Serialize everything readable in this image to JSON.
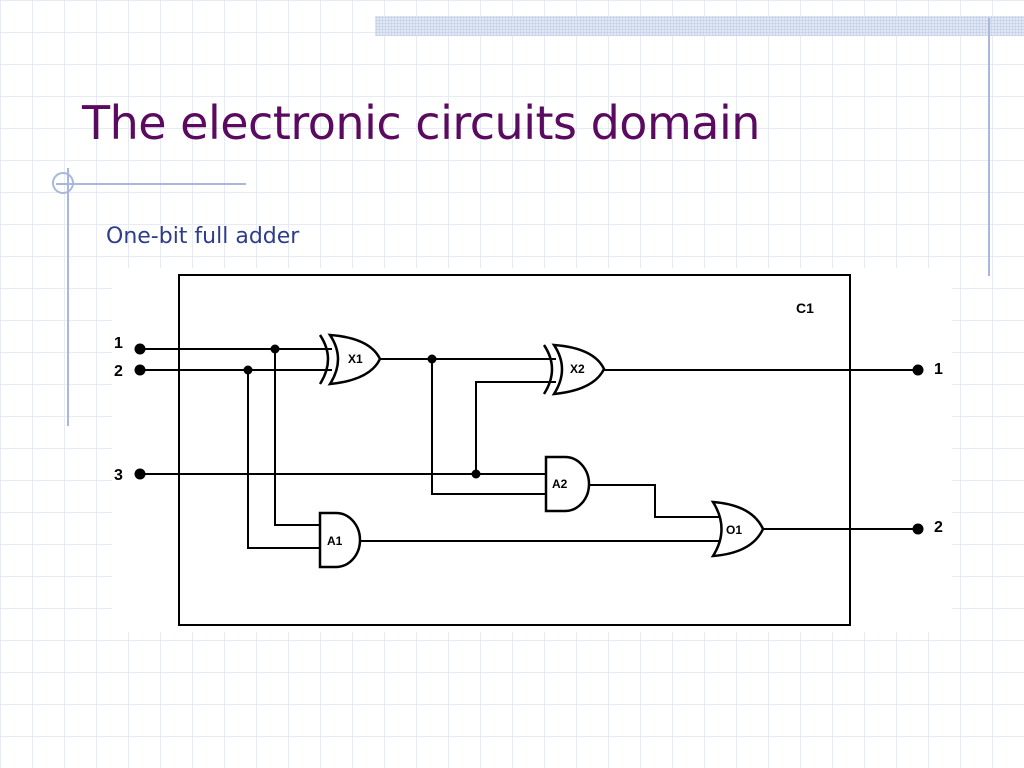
{
  "slide": {
    "title": "The electronic circuits domain",
    "subtitle": "One-bit full adder"
  },
  "circuit": {
    "name": "C1",
    "inputs": [
      "1",
      "2",
      "3"
    ],
    "outputs": [
      "1",
      "2"
    ],
    "gates": {
      "x1": "X1",
      "x2": "X2",
      "a1": "A1",
      "a2": "A2",
      "o1": "O1"
    }
  }
}
